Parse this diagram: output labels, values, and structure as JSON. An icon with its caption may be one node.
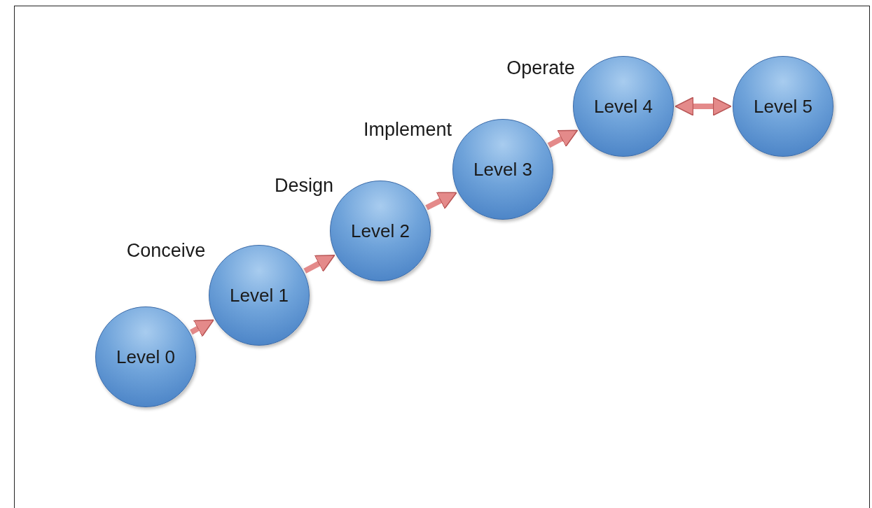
{
  "diagram": {
    "nodes": [
      {
        "text": [
          "Level 0"
        ]
      },
      {
        "text": [
          "Level 1"
        ],
        "beside": [
          "Conceive"
        ]
      },
      {
        "text": [
          "Level 2"
        ],
        "beside": [
          "Design"
        ]
      },
      {
        "text": [
          "Level 3"
        ],
        "beside": [
          "Implement"
        ]
      },
      {
        "text": [
          "Level 4"
        ],
        "beside": [
          "Operate"
        ]
      },
      {
        "text": [
          "Level 5"
        ]
      }
    ],
    "edges": [
      {
        "from": 0,
        "to": 1,
        "arrow": "to"
      },
      {
        "from": 1,
        "to": 2,
        "arrow": "to"
      },
      {
        "from": 2,
        "to": 3,
        "arrow": "to"
      },
      {
        "from": 3,
        "to": 4,
        "arrow": "to"
      },
      {
        "from": 4,
        "to": 5,
        "arrow": "both"
      }
    ]
  }
}
